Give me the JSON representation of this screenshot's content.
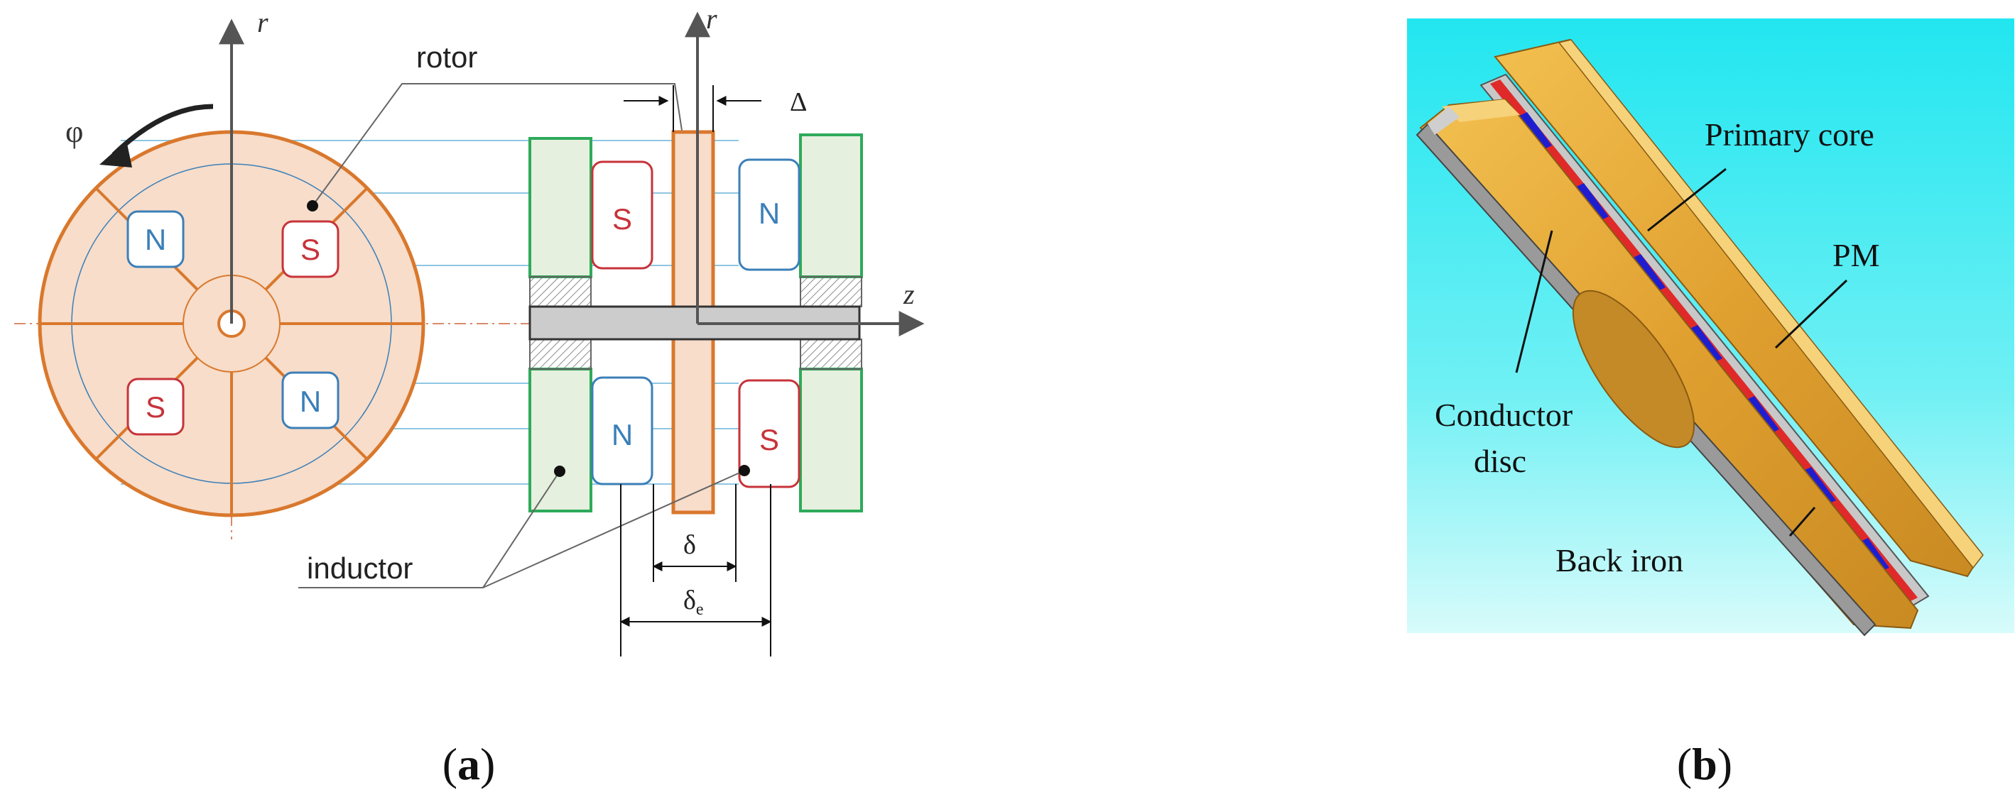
{
  "figure_a": {
    "axis_r_left": "r",
    "axis_r_right": "r",
    "axis_z": "z",
    "phi": "φ",
    "delta_cap": "Δ",
    "delta": "δ",
    "delta_e_base": "δ",
    "delta_e_sub": "e",
    "label_rotor": "rotor",
    "label_inductor": "inductor",
    "pole_n": "N",
    "pole_s": "S",
    "caption_letter": "a"
  },
  "figure_b": {
    "label_primary_core": "Primary core",
    "label_pm": "PM",
    "label_conductor_line1": "Conductor",
    "label_conductor_line2": "disc",
    "label_back_iron": "Back iron",
    "caption_letter": "b"
  },
  "colors": {
    "rotor_orange": "#d9782d",
    "rotor_fill": "#f7ddca",
    "inductor_green": "#2eaa5a",
    "inductor_fill": "#e6f0df",
    "north_blue": "#3b7fb8",
    "south_red": "#c7333a",
    "guide_line": "#8fc6e3",
    "render_background": "#2ee9ef",
    "magnet_blue": "#1e1ed0",
    "magnet_red": "#e02a2a",
    "disc_gold": "#e6a830"
  }
}
